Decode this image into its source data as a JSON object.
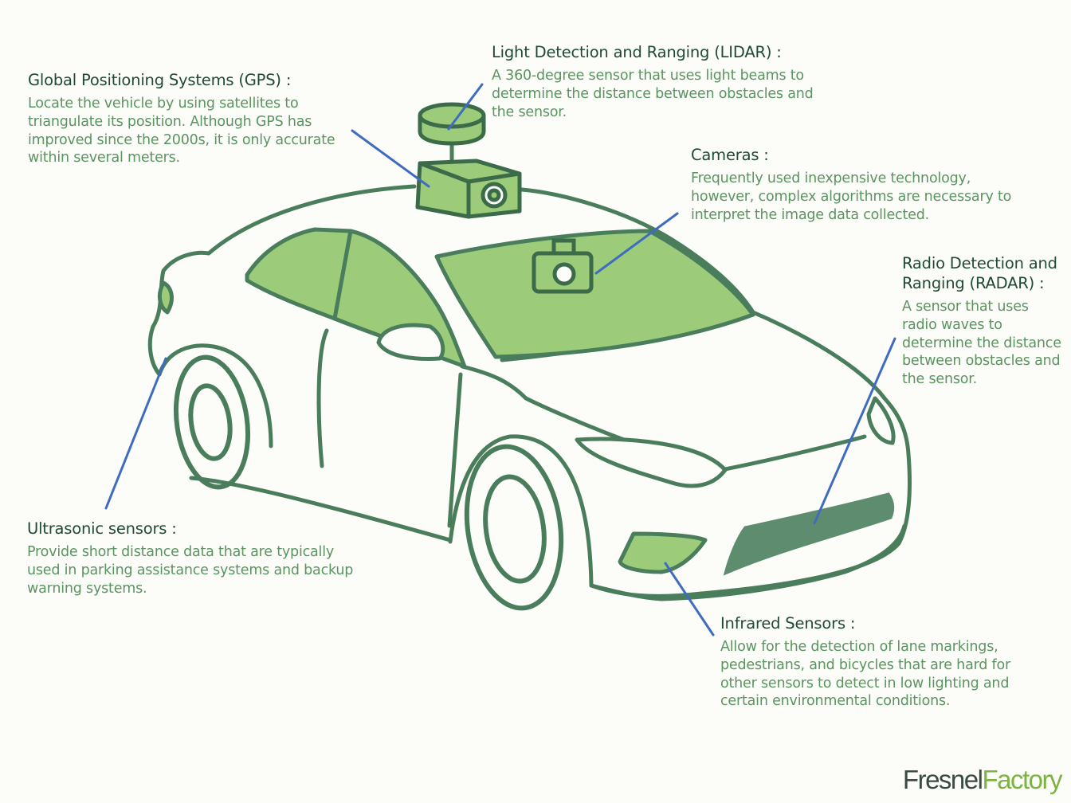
{
  "colors": {
    "background": "#fcfcf9",
    "car_outline": "#4a7d5c",
    "glass_fill": "#9ccc7a",
    "dark_fill": "#5e8c6f",
    "leader_line": "#3f6cbf",
    "title_text": "#1f4a33",
    "body_text": "#5a9460"
  },
  "callouts": {
    "gps": {
      "title": "Global Positioning Systems (GPS) :",
      "description": "Locate the vehicle by using satellites to triangulate its position. Although GPS has improved since the 2000s, it is only accurate within several meters."
    },
    "lidar": {
      "title": "Light Detection and Ranging (LIDAR) :",
      "description": "A 360-degree sensor that uses light beams to determine the distance between obstacles and the sensor."
    },
    "cameras": {
      "title": "Cameras :",
      "description": "Frequently used inexpensive technology, however, complex algorithms are necessary to interpret the image data collected."
    },
    "radar": {
      "title": "Radio Detection and Ranging (RADAR) :",
      "description": "A sensor that uses radio waves to determine the distance between obstacles and the sensor."
    },
    "ultrasonic": {
      "title": "Ultrasonic sensors :",
      "description": "Provide short distance data that are typically used in parking assistance systems and backup warning systems."
    },
    "infrared": {
      "title": "Infrared Sensors :",
      "description": "Allow for the detection of lane markings, pedestrians, and bicycles that are hard for other sensors to detect in low lighting and certain environmental conditions."
    }
  },
  "brand": {
    "word1": "Fresnel",
    "word2": "Factory"
  }
}
